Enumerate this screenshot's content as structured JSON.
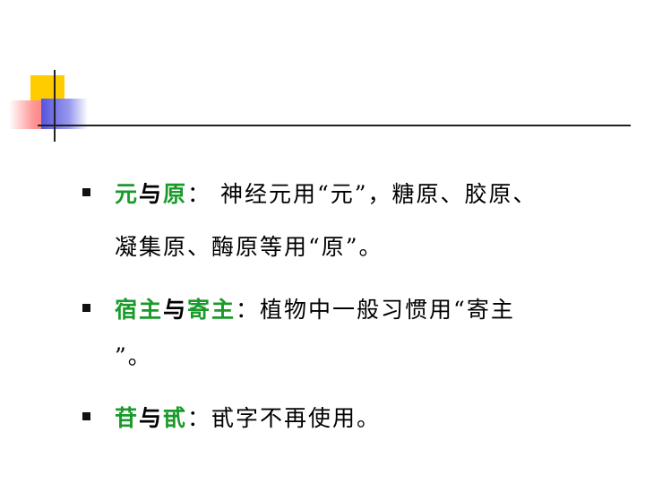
{
  "items": [
    {
      "term1": "元",
      "connector": "与",
      "term2": "原",
      "rest_line1": "：  神经元用“元”，糖原、胶原、",
      "line2": "凝集原、酶原等用“原”。"
    },
    {
      "term1": "宿主",
      "connector": "与",
      "term2": "寄主",
      "rest_line1": "：植物中一般习惯用“寄主",
      "line2": "”。"
    },
    {
      "term1": "苷",
      "connector": "与",
      "term2": "甙",
      "rest_line1": "：甙字不再使用。"
    }
  ],
  "colors": {
    "term": "#1a9a2a",
    "text": "#000000",
    "accent_yellow": "#ffcc00",
    "accent_red": "#ff7777",
    "accent_blue": "#5555dd"
  }
}
